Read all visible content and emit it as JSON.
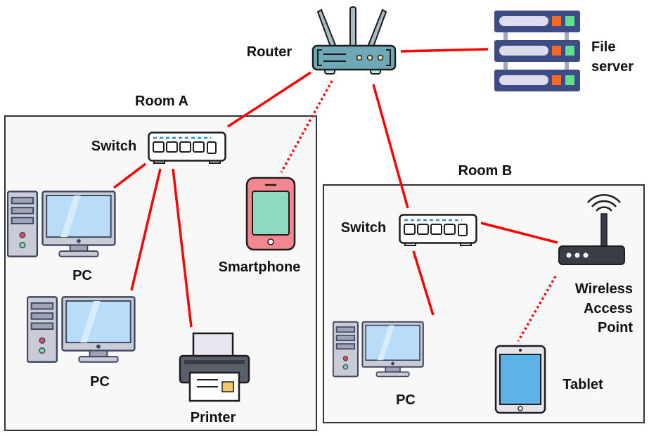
{
  "rooms": {
    "room_a": {
      "label": "Room A"
    },
    "room_b": {
      "label": "Room B"
    }
  },
  "nodes": {
    "router": "Router",
    "file_server_line1": "File",
    "file_server_line2": "server",
    "switch_a": "Switch",
    "switch_b": "Switch",
    "pc_a1": "PC",
    "pc_a2": "PC",
    "pc_b": "PC",
    "printer": "Printer",
    "smartphone": "Smartphone",
    "wap_line1": "Wireless",
    "wap_line2": "Access",
    "wap_line3": "Point",
    "tablet": "Tablet"
  },
  "colors": {
    "wired_link": "#ff0000",
    "wireless_link": "#ff0000 dotted",
    "room_border": "#333333",
    "room_fill": "#f8f8f8"
  }
}
